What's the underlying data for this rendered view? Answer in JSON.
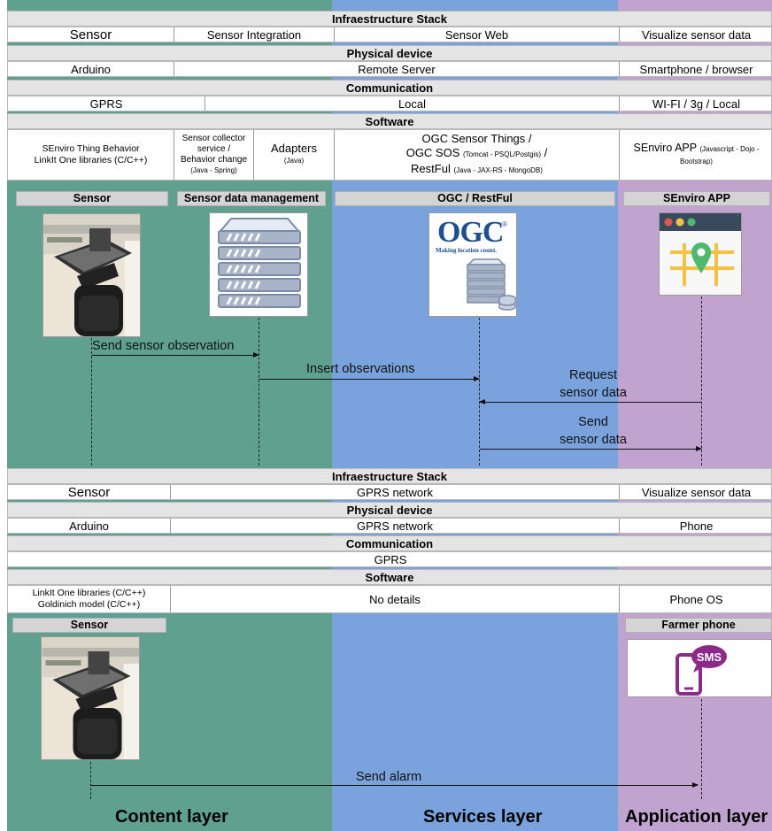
{
  "colors": {
    "content": "#5fa08f",
    "services": "#7aa3dd",
    "application": "#c0a4cf",
    "header": "#e4e4e4"
  },
  "top": {
    "infra": {
      "title": "Infraestructure Stack",
      "cells": [
        "Sensor",
        "Sensor Integration",
        "Sensor Web",
        "Visualize sensor data"
      ]
    },
    "physical": {
      "title": "Physical device",
      "cells": [
        "Arduino",
        "Remote Server",
        "Smartphone / browser"
      ]
    },
    "communication": {
      "title": "Communication",
      "cells": [
        "GPRS",
        "Local",
        "WI-FI / 3g / Local"
      ]
    },
    "software": {
      "title": "Software",
      "c1": [
        "SEnviro Thing Behavior",
        "LinkIt One libraries (C/C++)"
      ],
      "c2": [
        "Sensor collector",
        "service /",
        "Behavior change"
      ],
      "c2_small": "(Java - Spring)",
      "c3": "Adapters",
      "c3_small": "(Java)",
      "c4_line1": "OGC Sensor Things /",
      "c4_line2": "OGC SOS",
      "c4_line2_small": "(Tomcat - PSQL/Postgis)",
      "c4_line2_end": "/",
      "c4_line3": "RestFul",
      "c4_line3_small": "(Java - JAX-RS - MongoDB)",
      "c5": "SEnviro APP",
      "c5_small": "(Javascript - Dojo -",
      "c5_small2": "Bootstrap)"
    }
  },
  "components": {
    "sensor": "Sensor",
    "sdm": "Sensor data management",
    "ogc": "OGC / RestFul",
    "app": "SEnviro APP"
  },
  "ogc_logo": {
    "text": "OGC",
    "reg": "®",
    "tagline": "Making location count."
  },
  "messages": {
    "send_obs": "Send sensor observation",
    "insert_obs": "Insert observations",
    "request_1": "Request",
    "request_2": "sensor data",
    "send_1": "Send",
    "send_2": "sensor data"
  },
  "bottom": {
    "infra": {
      "title": "Infraestructure Stack",
      "cells": [
        "Sensor",
        "GPRS network",
        "Visualize sensor data"
      ]
    },
    "physical": {
      "title": "Physical device",
      "cells": [
        "Arduino",
        "GPRS network",
        "Phone"
      ]
    },
    "communication": {
      "title": "Communication",
      "cells": [
        "GPRS"
      ]
    },
    "software": {
      "title": "Software",
      "c1": [
        "LinkIt One libraries (C/C++)",
        "Goldinich model (C/C++)"
      ],
      "c2": "No details",
      "c3": "Phone OS"
    }
  },
  "components2": {
    "sensor": "Sensor",
    "phone": "Farmer phone",
    "sms": "SMS"
  },
  "messages2": {
    "alarm": "Send alarm"
  },
  "layers": [
    "Content layer",
    "Services layer",
    "Application layer"
  ]
}
